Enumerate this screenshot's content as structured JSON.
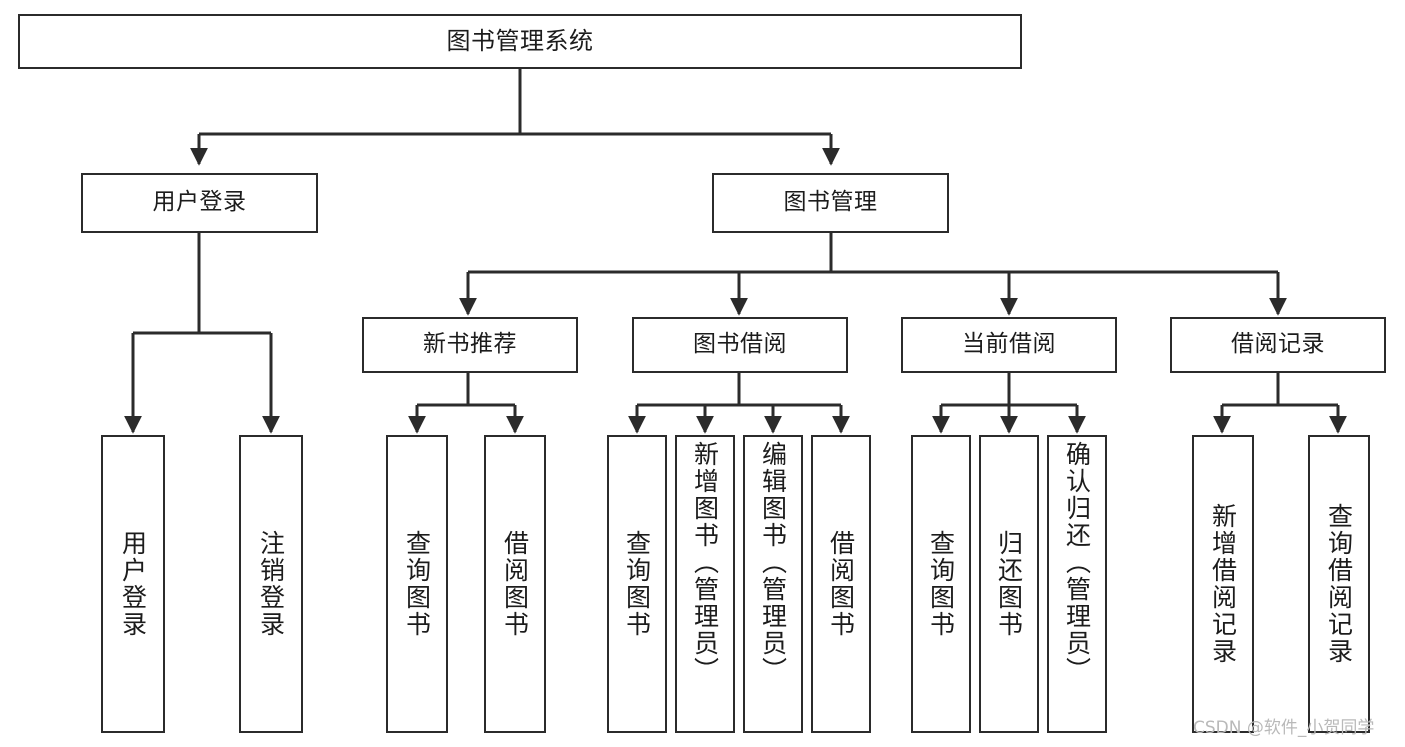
{
  "diagram": {
    "type": "tree-hierarchy",
    "title": "图书管理系统",
    "background_color": "#ffffff",
    "line_color": "#2b2b2b",
    "text_color": "#1c1c1c",
    "orientation": "top-down"
  },
  "nodes": {
    "root": {
      "label": "图书管理系统"
    },
    "level1": [
      {
        "label": "用户登录"
      },
      {
        "label": "图书管理"
      }
    ],
    "level2": [
      {
        "label": "新书推荐"
      },
      {
        "label": "图书借阅"
      },
      {
        "label": "当前借阅"
      },
      {
        "label": "借阅记录"
      }
    ],
    "leaves": {
      "user_login": [
        {
          "label": "用户登录"
        },
        {
          "label": "注销登录"
        }
      ],
      "new_book_recommend": [
        {
          "label": "查询图书"
        },
        {
          "label": "借阅图书"
        }
      ],
      "book_borrow": [
        {
          "label": "查询图书"
        },
        {
          "label": "新增图书（管理员）"
        },
        {
          "label": "编辑图书（管理员）"
        },
        {
          "label": "借阅图书"
        }
      ],
      "current_borrow": [
        {
          "label": "查询图书"
        },
        {
          "label": "归还图书"
        },
        {
          "label": "确认归还（管理员）"
        }
      ],
      "borrow_records": [
        {
          "label": "新增借阅记录"
        },
        {
          "label": "查询借阅记录"
        }
      ]
    }
  },
  "watermark": {
    "text": "CSDN @软件_小贺同学"
  }
}
